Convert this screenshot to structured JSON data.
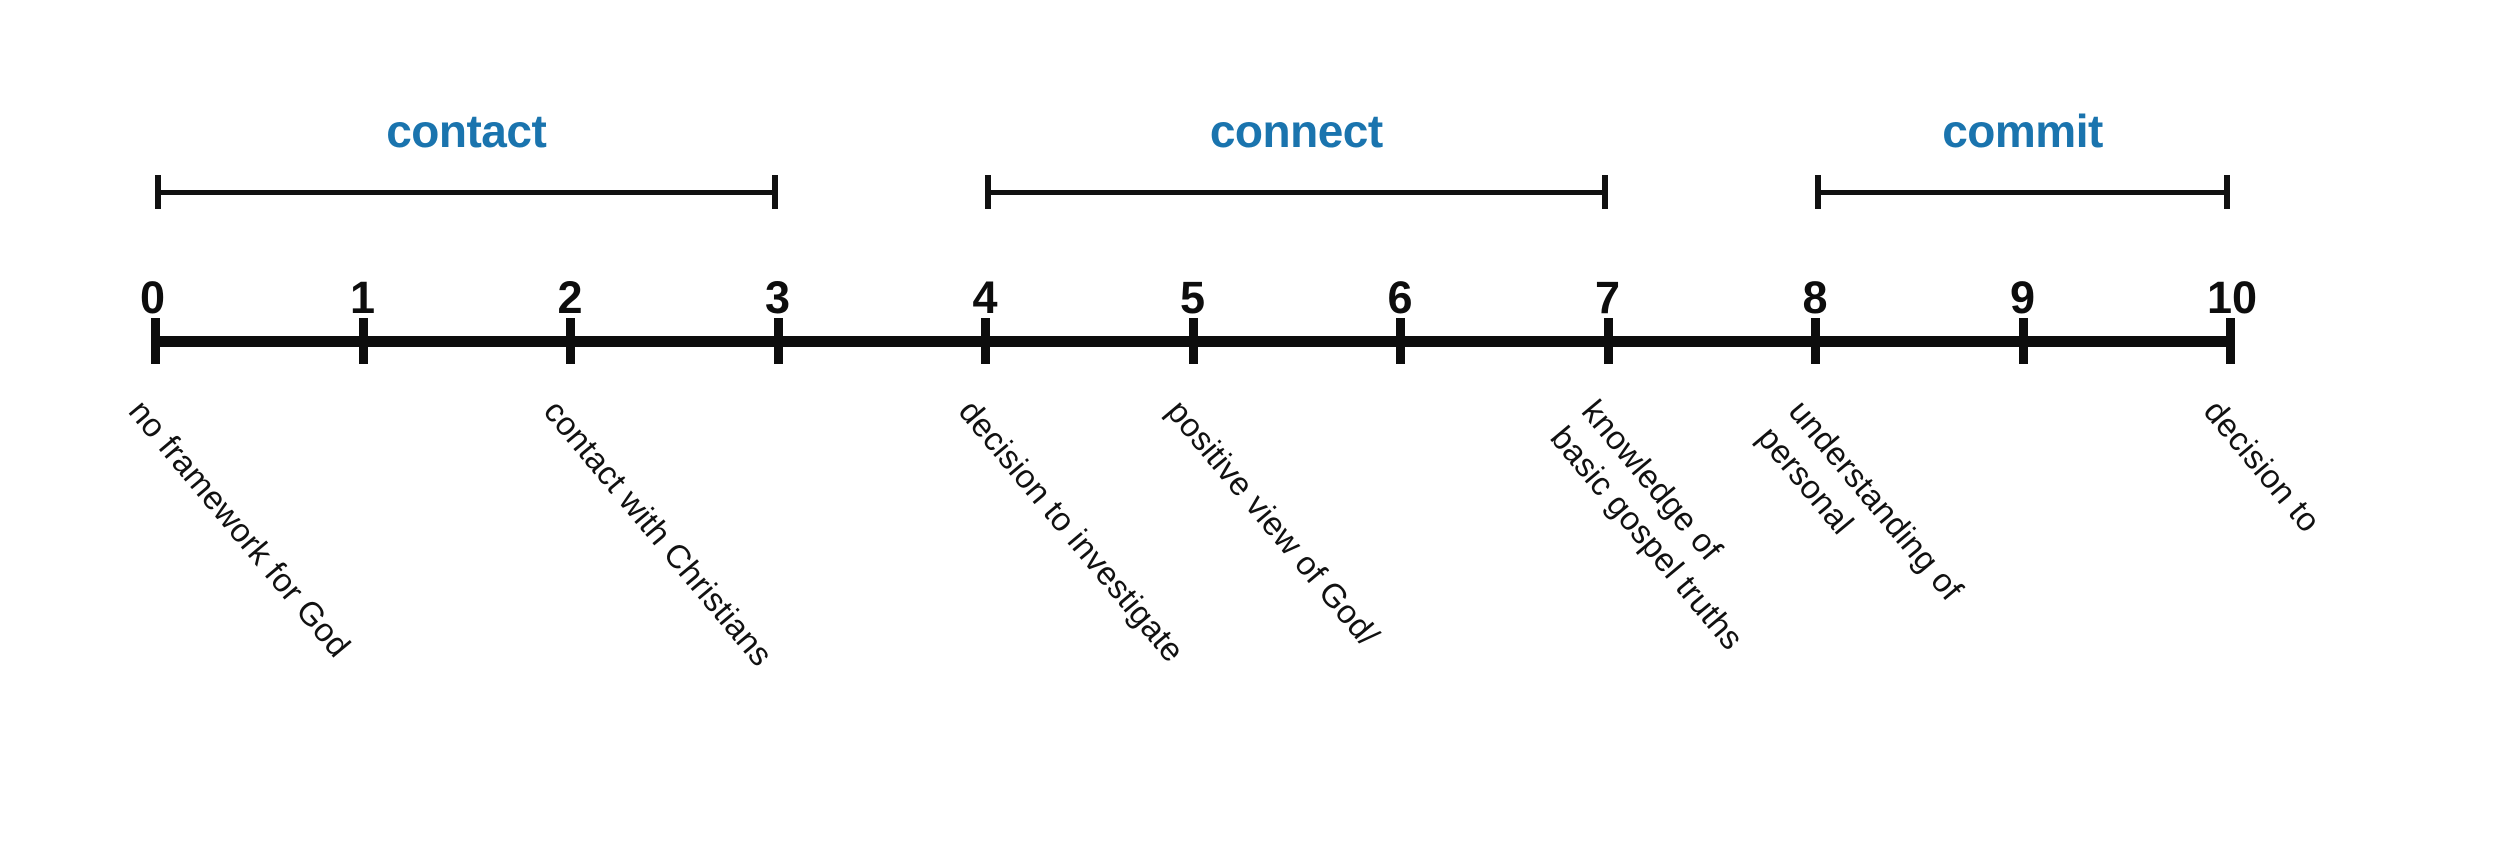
{
  "diagram": {
    "title": "contact / connect / commit spiritual-journey number line",
    "accent_color": "#1a74ae",
    "line_color": "#0d0d0d",
    "background": "#ffffff"
  },
  "sections": [
    {
      "label": "contact",
      "start": 0,
      "end": 3
    },
    {
      "label": "connect",
      "start": 4,
      "end": 7
    },
    {
      "label": "commit",
      "start": 8,
      "end": 10
    }
  ],
  "scale": {
    "min": 0,
    "max": 10,
    "ticks": [
      {
        "value": 0,
        "label": "0"
      },
      {
        "value": 1,
        "label": "1"
      },
      {
        "value": 2,
        "label": "2"
      },
      {
        "value": 3,
        "label": "3"
      },
      {
        "value": 4,
        "label": "4"
      },
      {
        "value": 5,
        "label": "5"
      },
      {
        "value": 6,
        "label": "6"
      },
      {
        "value": 7,
        "label": "7"
      },
      {
        "value": 8,
        "label": "8"
      },
      {
        "value": 9,
        "label": "9"
      },
      {
        "value": 10,
        "label": "10"
      }
    ]
  },
  "descriptors": [
    {
      "at": 0,
      "lines": [
        "no framework for God"
      ]
    },
    {
      "at": 2,
      "lines": [
        "contact with Christians"
      ]
    },
    {
      "at": 4,
      "lines": [
        "decision to investigate"
      ]
    },
    {
      "at": 5,
      "lines": [
        "positive view of God/"
      ]
    },
    {
      "at": 7,
      "lines": [
        "knowledge of",
        "basic gospel truths"
      ]
    },
    {
      "at": 8,
      "lines": [
        "understanding of",
        "personal"
      ]
    },
    {
      "at": 10,
      "lines": [
        "decision to"
      ]
    }
  ],
  "chart_data": {
    "type": "table",
    "title": "contact / connect / commit spiritual-journey number line",
    "xlabel": "",
    "ylabel": "",
    "xlim": [
      0,
      10
    ],
    "grid": false,
    "legend_position": "top",
    "categories": [
      "0",
      "1",
      "2",
      "3",
      "4",
      "5",
      "6",
      "7",
      "8",
      "9",
      "10"
    ],
    "values": [
      0,
      1,
      2,
      3,
      4,
      5,
      6,
      7,
      8,
      9,
      10
    ],
    "annotations": [
      {
        "x": 0,
        "text": "no framework for God"
      },
      {
        "x": 2,
        "text": "contact with Christians"
      },
      {
        "x": 4,
        "text": "decision to investigate"
      },
      {
        "x": 5,
        "text": "positive view of God/"
      },
      {
        "x": 7,
        "text": "knowledge of basic gospel truths"
      },
      {
        "x": 8,
        "text": "understanding of personal"
      },
      {
        "x": 10,
        "text": "decision to"
      }
    ],
    "series": [
      {
        "name": "contact",
        "x_range": [
          0,
          3
        ]
      },
      {
        "name": "connect",
        "x_range": [
          4,
          7
        ]
      },
      {
        "name": "commit",
        "x_range": [
          8,
          10
        ]
      }
    ]
  }
}
